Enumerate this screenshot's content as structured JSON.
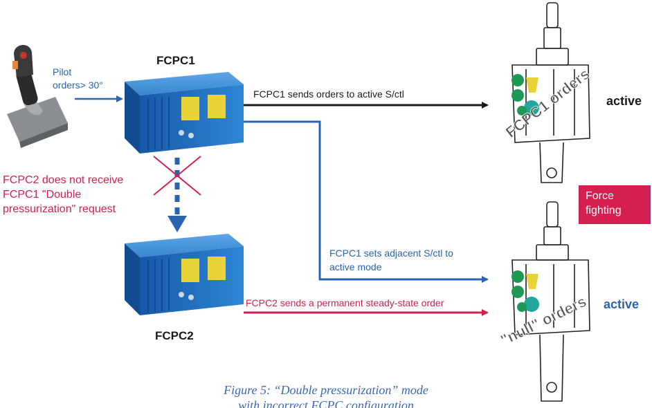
{
  "fcpc1": {
    "label": "FCPC1"
  },
  "fcpc2": {
    "label": "FCPC2"
  },
  "pilot": {
    "line1": "Pilot",
    "line2": "orders> 30°"
  },
  "failure": {
    "line1": "FCPC2 does not receive",
    "line2": "FCPC1 \"Double",
    "line3": "pressurization\" request"
  },
  "arrows": {
    "fcpc1_orders": "FCPC1 sends orders to active S/ctl",
    "fcpc1_sets_line1": "FCPC1 sets adjacent S/ctl to",
    "fcpc1_sets_line2": "active mode",
    "fcpc2_orders": "FCPC2 sends a permanent steady-state order"
  },
  "actuators": {
    "top": {
      "overlay": "FCPC1 orders",
      "state": "active"
    },
    "bottom": {
      "overlay": "\"null\" orders",
      "state": "active"
    }
  },
  "force_fighting": {
    "line1": "Force",
    "line2": "fighting"
  },
  "caption": {
    "line1": "Figure 5: “Double pressurization” mode",
    "line2": "with incorrect FCPC configuration"
  },
  "colors": {
    "blue": "#2a63b0",
    "red": "#d41f4f",
    "black": "#1a1a1a",
    "unit": "#1f6fc4"
  }
}
